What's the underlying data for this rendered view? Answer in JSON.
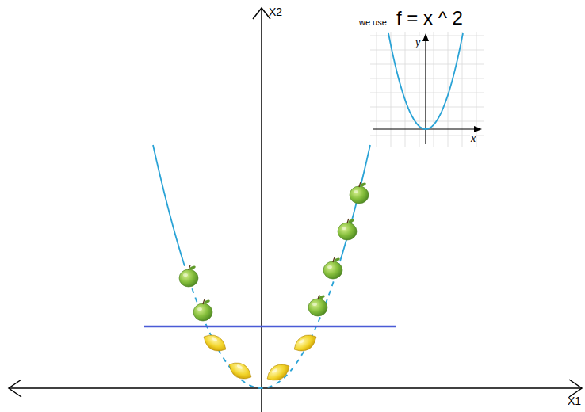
{
  "diagram": {
    "labels": [
      "X2",
      "X1",
      "we use",
      "f = x ^ 2",
      "y",
      "x"
    ]
  }
}
